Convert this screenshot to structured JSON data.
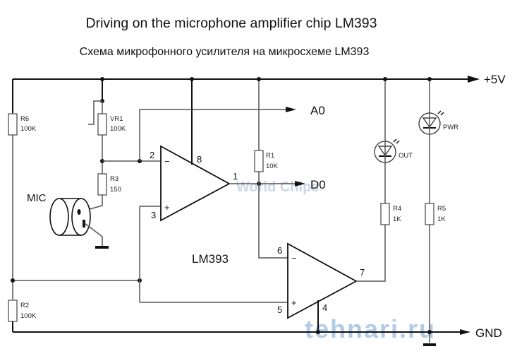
{
  "header": {
    "title": "Driving on the microphone amplifier chip LM393",
    "subtitle": "Схема микрофонного усилителя на микросхеме LM393"
  },
  "nets": {
    "vcc": "+5V",
    "gnd": "GND",
    "analog_out": "A0",
    "digital_out": "D0"
  },
  "chip": {
    "label": "LM393"
  },
  "components": {
    "r6": {
      "ref": "R6",
      "value": "100K"
    },
    "vr1": {
      "ref": "VR1",
      "value": "100K"
    },
    "r3": {
      "ref": "R3",
      "value": "150"
    },
    "r1": {
      "ref": "R1",
      "value": "10K"
    },
    "r2": {
      "ref": "R2",
      "value": "100K"
    },
    "r4": {
      "ref": "R4",
      "value": "1K"
    },
    "r5": {
      "ref": "R5",
      "value": "1K"
    },
    "led_out": {
      "ref": "OUT"
    },
    "led_pwr": {
      "ref": "PWR"
    },
    "mic": {
      "ref": "MIC"
    }
  },
  "pins": {
    "p1": "1",
    "p2": "2",
    "p3": "3",
    "p4": "4",
    "p5": "5",
    "p6": "6",
    "p7": "7",
    "p8": "8",
    "minus": "−",
    "plus": "+"
  },
  "watermarks": {
    "center": "World Chips",
    "bottom": "tehnari.ru"
  },
  "colors": {
    "watermark_blue": "#8fb7dc",
    "watermark_light": "#c9dcee"
  }
}
